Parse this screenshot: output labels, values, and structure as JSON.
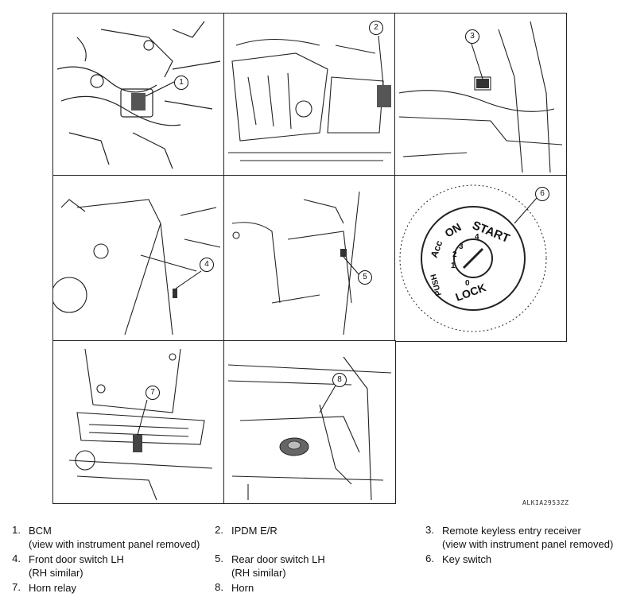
{
  "figure_code": "ALKIA2953ZZ",
  "callouts": [
    "1",
    "2",
    "3",
    "4",
    "5",
    "6",
    "7",
    "8"
  ],
  "key_switch_labels": {
    "start": "START",
    "on": "ON",
    "acc": "Acc",
    "lock": "LOCK",
    "push": "PUSH",
    "n0": "0",
    "n1": "1",
    "n2": "2",
    "n3": "3",
    "n4": "4"
  },
  "legend": [
    {
      "num": "1.",
      "line1": "BCM",
      "line2": "(view with instrument panel removed)"
    },
    {
      "num": "2.",
      "line1": "IPDM E/R",
      "line2": ""
    },
    {
      "num": "3.",
      "line1": "Remote keyless entry receiver",
      "line2": "(view with instrument panel removed)"
    },
    {
      "num": "4.",
      "line1": "Front door switch LH",
      "line2": "(RH similar)"
    },
    {
      "num": "5.",
      "line1": "Rear door switch LH",
      "line2": "(RH similar)"
    },
    {
      "num": "6.",
      "line1": "Key switch",
      "line2": ""
    },
    {
      "num": "7.",
      "line1": "Horn relay",
      "line2": ""
    },
    {
      "num": "8.",
      "line1": "Horn",
      "line2": ""
    }
  ]
}
